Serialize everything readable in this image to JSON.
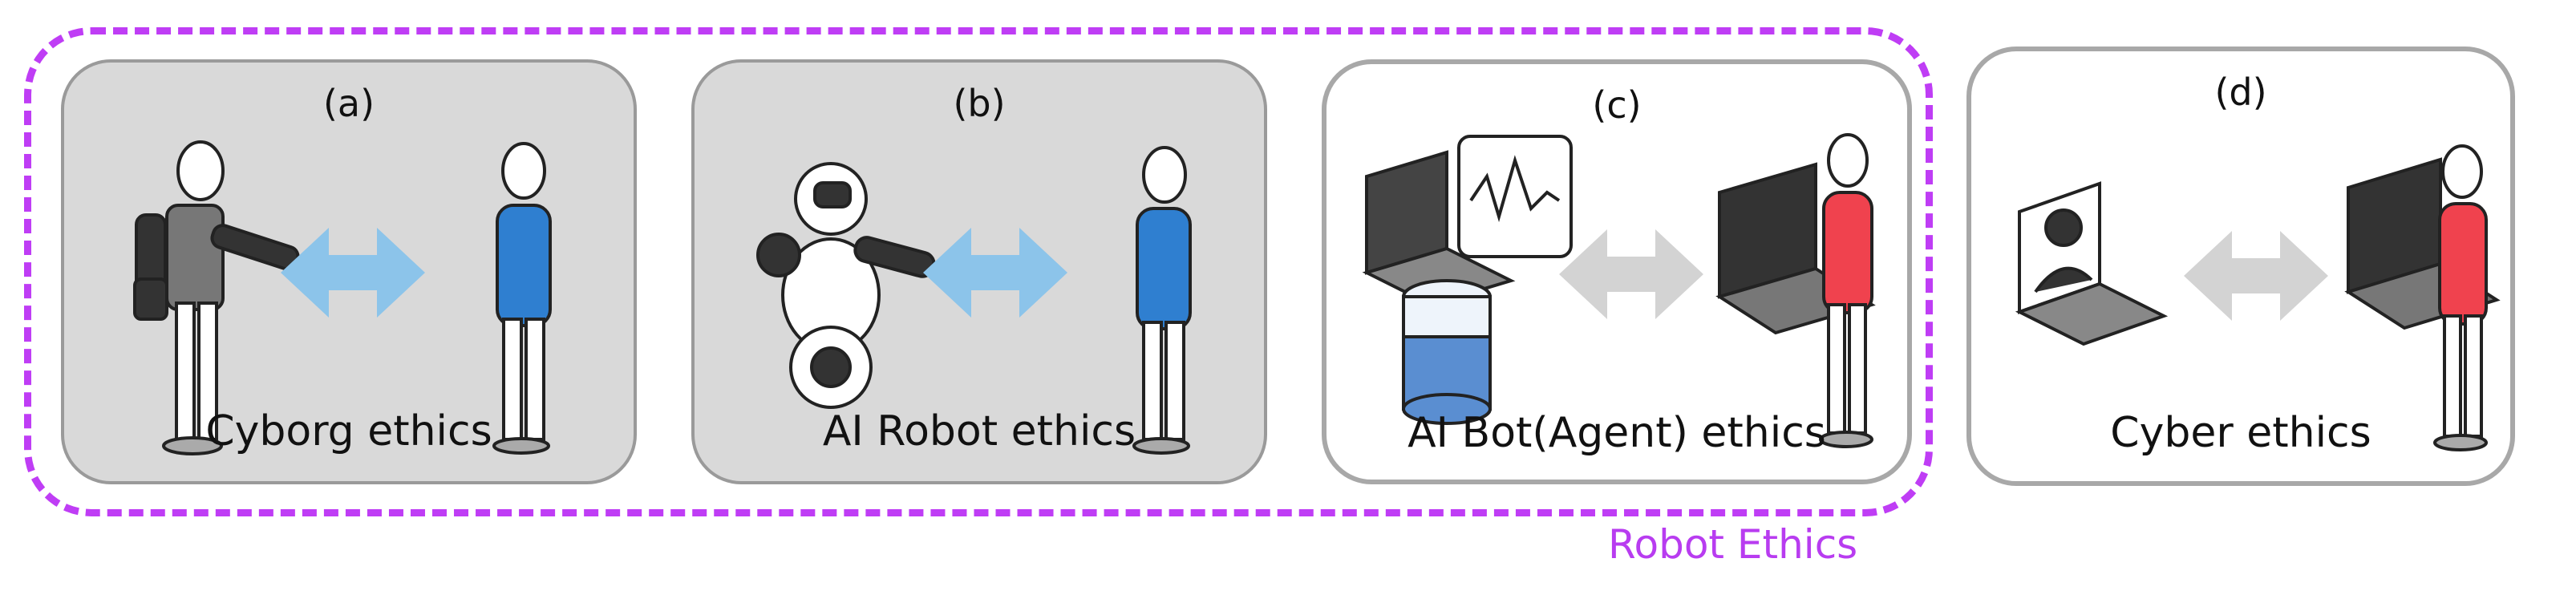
{
  "group": {
    "label": "Robot Ethics",
    "color": "#bf3df5"
  },
  "panels": [
    {
      "letter": "(a)",
      "caption": "Cyborg ethics"
    },
    {
      "letter": "(b)",
      "caption": "AI Robot ethics"
    },
    {
      "letter": "(c)",
      "caption": "AI Bot(Agent) ethics"
    },
    {
      "letter": "(d)",
      "caption": "Cyber ethics"
    }
  ],
  "colors": {
    "arrow_blue": "#8cc4ea",
    "arrow_gray": "#d3d3d3",
    "shirt_blue": "#2f7fd0",
    "shirt_red": "#f0424e"
  },
  "icons": [
    "cyborg-figure-icon",
    "person-figure-icon",
    "robot-icon",
    "laptop-icon",
    "speech-bubble-icon",
    "smart-speaker-icon",
    "double-arrow-icon"
  ]
}
